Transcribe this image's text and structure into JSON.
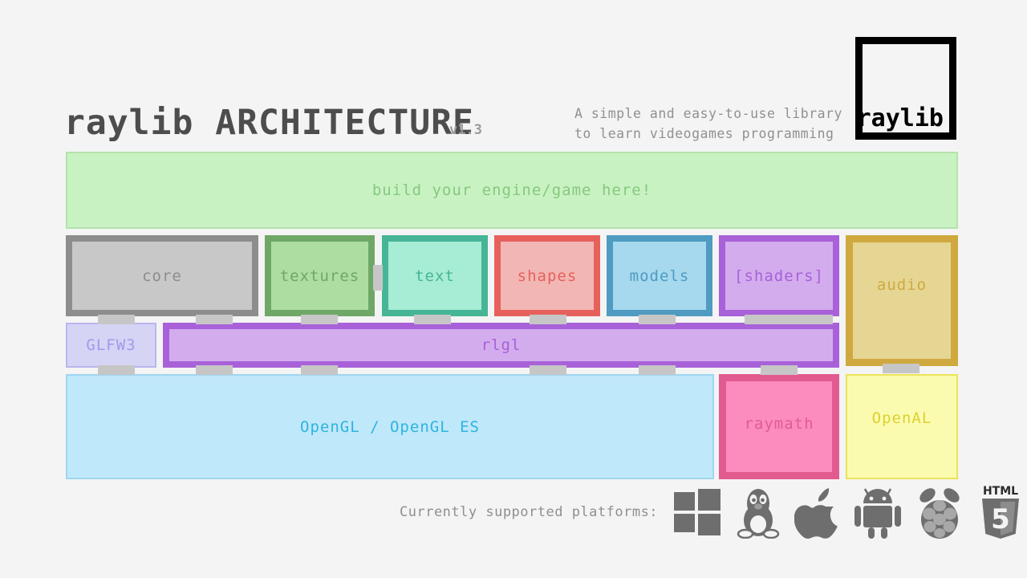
{
  "header": {
    "title": "raylib ARCHITECTURE",
    "version": "v1.3",
    "tagline_line1": "A simple and easy-to-use library",
    "tagline_line2": "to learn videogames programming",
    "logo_text": "raylib"
  },
  "colors": {
    "background": "#f4f4f4",
    "tab": "#c6c6c6",
    "logo_border": "#000000"
  },
  "top_panel": {
    "label": "build your engine/game here!",
    "fill": "#c9f2c3",
    "border": "#b3e3ab",
    "text": "#86c97e"
  },
  "modules": [
    {
      "label": "core",
      "fill": "#c8c8c8",
      "border": "#8d8d8d",
      "text": "#8d8d8d"
    },
    {
      "label": "textures",
      "fill": "#addda0",
      "border": "#6fa766",
      "text": "#6fa766"
    },
    {
      "label": "text",
      "fill": "#a7ecd4",
      "border": "#46b596",
      "text": "#46b596"
    },
    {
      "label": "shapes",
      "fill": "#f2b7b4",
      "border": "#e6615c",
      "text": "#e6615c"
    },
    {
      "label": "models",
      "fill": "#a6d9ee",
      "border": "#4f9bc1",
      "text": "#4f9bc1"
    },
    {
      "label": "[shaders]",
      "fill": "#d3aced",
      "border": "#a861d8",
      "text": "#a861d8"
    },
    {
      "label": "audio",
      "fill": "#e6d694",
      "border": "#cfa93f",
      "text": "#cfa93f"
    }
  ],
  "middle_row": [
    {
      "label": "GLFW3",
      "fill": "#d6d4f5",
      "border": "#b9b5ef",
      "text": "#a09aea"
    },
    {
      "label": "rlgl",
      "fill": "#d3aced",
      "border": "#a861d8",
      "text": "#a861d8"
    }
  ],
  "bottom_row": [
    {
      "label": "OpenGL / OpenGL ES",
      "fill": "#bfe8fa",
      "border": "#9ed6f0",
      "text": "#2eb4e0"
    },
    {
      "label": "raymath",
      "fill": "#fb8cbd",
      "border": "#e25b90",
      "text": "#e25b90"
    },
    {
      "label": "OpenAL",
      "fill": "#fbfbb0",
      "border": "#ebe35a",
      "text": "#ddd032"
    }
  ],
  "footer": {
    "label": "Currently supported platforms:",
    "icons": [
      "windows-icon",
      "linux-tux-icon",
      "apple-icon",
      "android-icon",
      "raspberry-pi-icon",
      "html5-icon"
    ],
    "html5_top_text": "HTML",
    "html5_number": "5",
    "icon_color": "#6e6e6e"
  }
}
